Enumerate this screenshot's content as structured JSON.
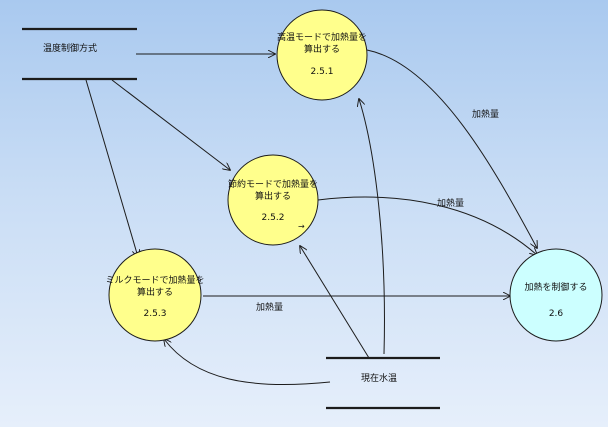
{
  "stores": {
    "heating_mode": {
      "label": "温度制御方式"
    },
    "current_temp": {
      "label": "現在水温"
    }
  },
  "processes": {
    "p251": {
      "line1": "高温モードで加熱量を",
      "line2": "算出する",
      "number": "2.5.1"
    },
    "p252": {
      "line1": "節約モードで加熱量を",
      "line2": "算出する",
      "number": "2.5.2"
    },
    "p253": {
      "line1": "ミルクモードで加熱量を",
      "line2": "算出する",
      "number": "2.5.3"
    },
    "p26": {
      "line1": "加熱を制御する",
      "number": "2.6"
    }
  },
  "flows": {
    "f1": {
      "label": "加熱量"
    },
    "f2": {
      "label": "加熱量"
    },
    "f3": {
      "label": "加熱量"
    }
  },
  "colors": {
    "process_fill": "#ffff8c",
    "control_fill": "#ccffff",
    "background_top": "#a9c9ef",
    "background_bottom": "#e6effb"
  },
  "icons": {
    "arrow_marker": "right-arrow-icon"
  }
}
